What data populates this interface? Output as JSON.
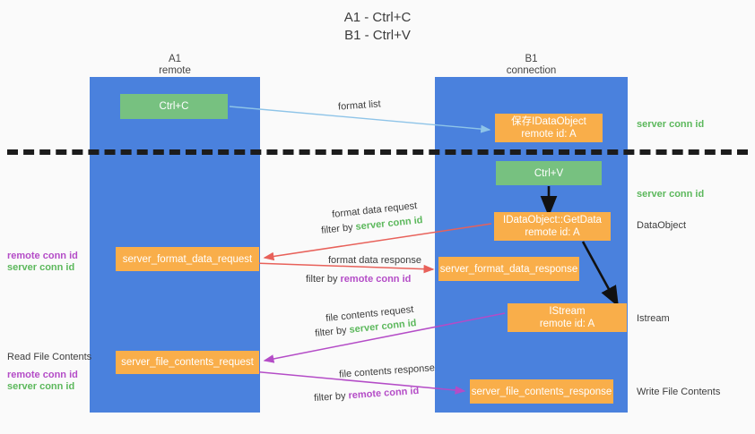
{
  "title": {
    "line1": "A1 - Ctrl+C",
    "line2": "B1 - Ctrl+V"
  },
  "colors": {
    "lane": "#4a81dd",
    "node_orange": "#f9ae4a",
    "node_green": "#77c180",
    "server_conn": "#5cb85c",
    "remote_conn": "#b44cc7",
    "divider": "#1c1c1c",
    "wire_blue": "#8ec4e8",
    "wire_red": "#e8615a",
    "wire_purple": "#b44cc7",
    "wire_black": "#111111",
    "background": "#fafafa"
  },
  "lanes": [
    {
      "id": "a1",
      "title": "A1",
      "subtitle": "remote"
    },
    {
      "id": "b1",
      "title": "B1",
      "subtitle": "connection"
    }
  ],
  "nodes": {
    "ctrl_c": {
      "line1": "Ctrl+C",
      "line2": ""
    },
    "idataobject": {
      "line1": "保存IDataObject",
      "line2": "remote id: A"
    },
    "ctrl_v": {
      "line1": "Ctrl+V",
      "line2": ""
    },
    "getdata": {
      "line1": "IDataObject::GetData",
      "line2": "remote id: A"
    },
    "format_data_response": {
      "line1": "server_format_data_response",
      "line2": ""
    },
    "format_data_request": {
      "line1": "server_format_data_request",
      "line2": ""
    },
    "istream": {
      "line1": "IStream",
      "line2": "remote id: A"
    },
    "file_contents_request": {
      "line1": "server_file_contents_request",
      "line2": ""
    },
    "file_contents_response": {
      "line1": "server_file_contents_response",
      "line2": ""
    }
  },
  "wire_labels": {
    "format_list": "format list",
    "format_data_request": "format data request",
    "format_data_request_filter_prefix": "filter by ",
    "format_data_request_filter_value": "server conn id",
    "format_data_response": "format data response",
    "format_data_response_filter_prefix": "filter by ",
    "format_data_response_filter_value": "remote conn id",
    "file_contents_request": "file contents request",
    "file_contents_request_filter_prefix": "filter by ",
    "file_contents_request_filter_value": "server conn id",
    "file_contents_response": "file contents response",
    "file_contents_response_filter_prefix": "filter by ",
    "file_contents_response_filter_value": "remote conn id"
  },
  "right_annotations": {
    "server_conn_id_top": "server conn id",
    "server_conn_id_mid": "server conn id",
    "dataobject": "DataObject",
    "istream": "Istream",
    "write_file_contents": "Write File Contents"
  },
  "left_annotations": {
    "remote_conn_id_mid": "remote conn id",
    "server_conn_id_mid": "server conn id",
    "read_file_contents": "Read File Contents",
    "remote_conn_id_bottom": "remote conn id",
    "server_conn_id_bottom": "server conn id"
  }
}
